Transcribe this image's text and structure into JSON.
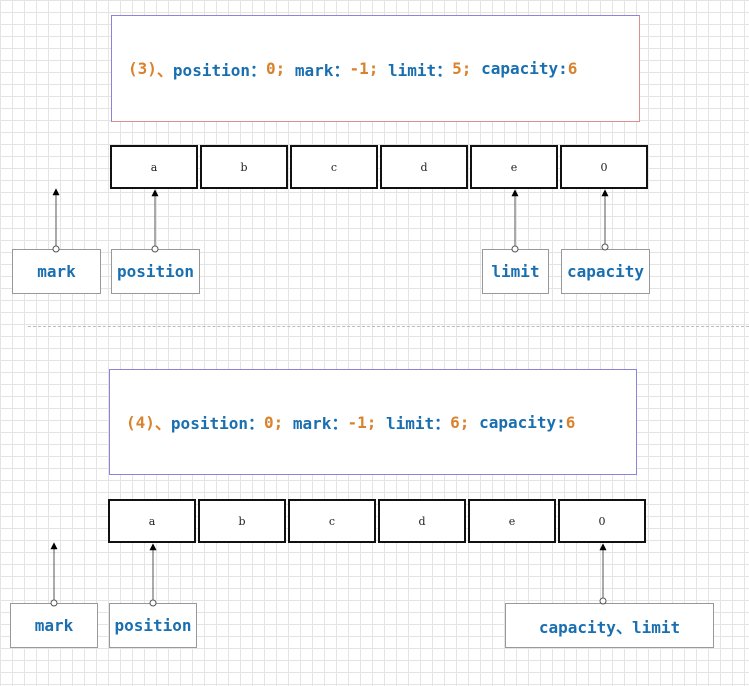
{
  "sections": [
    {
      "title": {
        "step": "(3)",
        "sep": "、",
        "position_key": "position：",
        "position_val": "0;",
        "mark_key": "mark：",
        "mark_val": "-1;",
        "limit_key": "limit：",
        "limit_val": "5;",
        "capacity_key": "capacity:",
        "capacity_val": "6"
      },
      "cells": [
        "a",
        "b",
        "c",
        "d",
        "e",
        "0"
      ],
      "labels": {
        "mark": "mark",
        "position": "position",
        "limit": "limit",
        "capacity": "capacity"
      }
    },
    {
      "title": {
        "step": "(4)",
        "sep": "、",
        "position_key": "position：",
        "position_val": "0;",
        "mark_key": "mark：",
        "mark_val": "-1;",
        "limit_key": "limit：",
        "limit_val": "6;",
        "capacity_key": "capacity:",
        "capacity_val": "6"
      },
      "cells": [
        "a",
        "b",
        "c",
        "d",
        "e",
        "0"
      ],
      "labels": {
        "mark": "mark",
        "position": "position",
        "capacity_limit": "capacity、limit"
      }
    }
  ]
}
